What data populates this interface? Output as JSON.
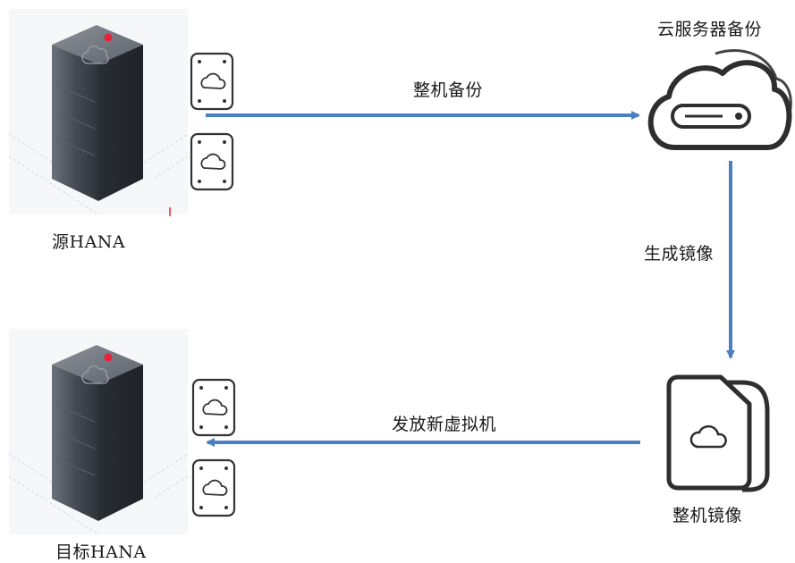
{
  "labels": {
    "source": "源HANA",
    "target": "目标HANA",
    "cloud_backup": "云服务器备份",
    "whole_backup": "整机备份",
    "make_image": "生成镜像",
    "whole_image": "整机镜像",
    "distribute": "发放新虚拟机"
  },
  "colors": {
    "arrow": "#4a7fc1",
    "server_dark": "#3b4048",
    "led": "#e8203a",
    "icon_stroke": "#333333"
  }
}
